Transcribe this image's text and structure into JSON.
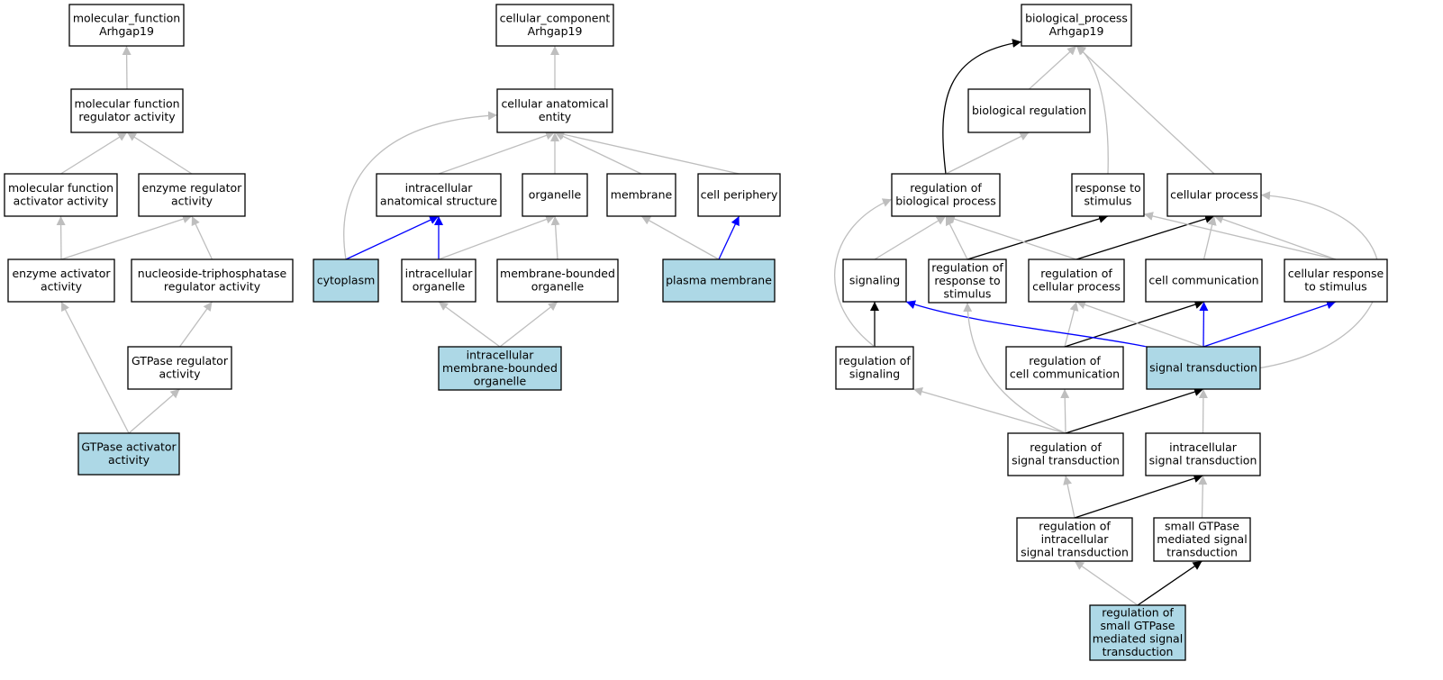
{
  "diagram": {
    "colors": {
      "node_fill": "#ffffff",
      "highlight_fill": "#add8e6",
      "gray_edge": "#bebebe",
      "black_edge": "#000000",
      "blue_edge": "#0000ff"
    },
    "nodes": [
      {
        "id": "mf_root",
        "lines": [
          "molecular_function",
          "Arhgap19"
        ],
        "highlight": false
      },
      {
        "id": "mf_reg",
        "lines": [
          "molecular function",
          "regulator activity"
        ],
        "highlight": false
      },
      {
        "id": "mf_act",
        "lines": [
          "molecular function",
          "activator activity"
        ],
        "highlight": false
      },
      {
        "id": "enz_reg",
        "lines": [
          "enzyme regulator",
          "activity"
        ],
        "highlight": false
      },
      {
        "id": "enz_act",
        "lines": [
          "enzyme activator",
          "activity"
        ],
        "highlight": false
      },
      {
        "id": "ntp_reg",
        "lines": [
          "nucleoside-triphosphatase",
          "regulator activity"
        ],
        "highlight": false
      },
      {
        "id": "gtp_reg",
        "lines": [
          "GTPase regulator",
          "activity"
        ],
        "highlight": false
      },
      {
        "id": "gtp_act",
        "lines": [
          "GTPase activator",
          "activity"
        ],
        "highlight": true
      },
      {
        "id": "cc_root",
        "lines": [
          "cellular_component",
          "Arhgap19"
        ],
        "highlight": false
      },
      {
        "id": "cae",
        "lines": [
          "cellular anatomical",
          "entity"
        ],
        "highlight": false
      },
      {
        "id": "ias",
        "lines": [
          "intracellular",
          "anatomical structure"
        ],
        "highlight": false
      },
      {
        "id": "organelle",
        "lines": [
          "organelle"
        ],
        "highlight": false
      },
      {
        "id": "membrane",
        "lines": [
          "membrane"
        ],
        "highlight": false
      },
      {
        "id": "cell_periph",
        "lines": [
          "cell periphery"
        ],
        "highlight": false
      },
      {
        "id": "cytoplasm",
        "lines": [
          "cytoplasm"
        ],
        "highlight": true
      },
      {
        "id": "ic_org",
        "lines": [
          "intracellular",
          "organelle"
        ],
        "highlight": false
      },
      {
        "id": "mb_org",
        "lines": [
          "membrane-bounded",
          "organelle"
        ],
        "highlight": false
      },
      {
        "id": "plasma",
        "lines": [
          "plasma membrane"
        ],
        "highlight": true
      },
      {
        "id": "ic_mb_org",
        "lines": [
          "intracellular",
          "membrane-bounded",
          "organelle"
        ],
        "highlight": true
      },
      {
        "id": "bp_root",
        "lines": [
          "biological_process",
          "Arhgap19"
        ],
        "highlight": false
      },
      {
        "id": "bio_reg",
        "lines": [
          "biological regulation"
        ],
        "highlight": false
      },
      {
        "id": "reg_bp",
        "lines": [
          "regulation of",
          "biological process"
        ],
        "highlight": false
      },
      {
        "id": "resp_stim",
        "lines": [
          "response to",
          "stimulus"
        ],
        "highlight": false
      },
      {
        "id": "cell_proc",
        "lines": [
          "cellular process"
        ],
        "highlight": false
      },
      {
        "id": "signaling",
        "lines": [
          "signaling"
        ],
        "highlight": false
      },
      {
        "id": "reg_resp",
        "lines": [
          "regulation of",
          "response to",
          "stimulus"
        ],
        "highlight": false
      },
      {
        "id": "reg_cp",
        "lines": [
          "regulation of",
          "cellular process"
        ],
        "highlight": false
      },
      {
        "id": "cell_comm",
        "lines": [
          "cell communication"
        ],
        "highlight": false
      },
      {
        "id": "cell_resp",
        "lines": [
          "cellular response",
          "to stimulus"
        ],
        "highlight": false
      },
      {
        "id": "reg_sig",
        "lines": [
          "regulation of",
          "signaling"
        ],
        "highlight": false
      },
      {
        "id": "reg_cc",
        "lines": [
          "regulation of",
          "cell communication"
        ],
        "highlight": false
      },
      {
        "id": "sig_trans",
        "lines": [
          "signal transduction"
        ],
        "highlight": true
      },
      {
        "id": "reg_st",
        "lines": [
          "regulation of",
          "signal transduction"
        ],
        "highlight": false
      },
      {
        "id": "ic_st",
        "lines": [
          "intracellular",
          "signal transduction"
        ],
        "highlight": false
      },
      {
        "id": "reg_ic_st",
        "lines": [
          "regulation of",
          "intracellular",
          "signal transduction"
        ],
        "highlight": false
      },
      {
        "id": "small_gtp",
        "lines": [
          "small GTPase",
          "mediated signal",
          "transduction"
        ],
        "highlight": false
      },
      {
        "id": "reg_small_gtp",
        "lines": [
          "regulation of",
          "small GTPase",
          "mediated signal",
          "transduction"
        ],
        "highlight": true
      }
    ],
    "edges": [
      {
        "from": "mf_reg",
        "to": "mf_root",
        "kind": "gray"
      },
      {
        "from": "mf_act",
        "to": "mf_reg",
        "kind": "gray"
      },
      {
        "from": "enz_reg",
        "to": "mf_reg",
        "kind": "gray"
      },
      {
        "from": "enz_act",
        "to": "mf_act",
        "kind": "gray"
      },
      {
        "from": "enz_act",
        "to": "enz_reg",
        "kind": "gray"
      },
      {
        "from": "ntp_reg",
        "to": "enz_reg",
        "kind": "gray"
      },
      {
        "from": "gtp_reg",
        "to": "ntp_reg",
        "kind": "gray"
      },
      {
        "from": "gtp_act",
        "to": "enz_act",
        "kind": "gray"
      },
      {
        "from": "gtp_act",
        "to": "gtp_reg",
        "kind": "gray"
      },
      {
        "from": "cae",
        "to": "cc_root",
        "kind": "gray"
      },
      {
        "from": "ias",
        "to": "cae",
        "kind": "gray"
      },
      {
        "from": "organelle",
        "to": "cae",
        "kind": "gray"
      },
      {
        "from": "membrane",
        "to": "cae",
        "kind": "gray"
      },
      {
        "from": "cell_periph",
        "to": "cae",
        "kind": "gray"
      },
      {
        "from": "cytoplasm",
        "to": "cae",
        "kind": "gray"
      },
      {
        "from": "cytoplasm",
        "to": "ias",
        "kind": "blue"
      },
      {
        "from": "ic_org",
        "to": "ias",
        "kind": "blue"
      },
      {
        "from": "ic_org",
        "to": "organelle",
        "kind": "gray"
      },
      {
        "from": "mb_org",
        "to": "organelle",
        "kind": "gray"
      },
      {
        "from": "plasma",
        "to": "membrane",
        "kind": "gray"
      },
      {
        "from": "plasma",
        "to": "cell_periph",
        "kind": "blue"
      },
      {
        "from": "ic_mb_org",
        "to": "ic_org",
        "kind": "gray"
      },
      {
        "from": "ic_mb_org",
        "to": "mb_org",
        "kind": "gray"
      },
      {
        "from": "bio_reg",
        "to": "bp_root",
        "kind": "gray"
      },
      {
        "from": "reg_bp",
        "to": "bp_root",
        "kind": "black"
      },
      {
        "from": "reg_bp",
        "to": "bio_reg",
        "kind": "gray"
      },
      {
        "from": "resp_stim",
        "to": "bp_root",
        "kind": "gray"
      },
      {
        "from": "cell_proc",
        "to": "bp_root",
        "kind": "gray"
      },
      {
        "from": "signaling",
        "to": "reg_bp",
        "kind": "gray"
      },
      {
        "from": "reg_resp",
        "to": "reg_bp",
        "kind": "gray"
      },
      {
        "from": "reg_resp",
        "to": "resp_stim",
        "kind": "black"
      },
      {
        "from": "reg_cp",
        "to": "reg_bp",
        "kind": "gray"
      },
      {
        "from": "reg_cp",
        "to": "cell_proc",
        "kind": "black"
      },
      {
        "from": "cell_comm",
        "to": "cell_proc",
        "kind": "gray"
      },
      {
        "from": "cell_resp",
        "to": "cell_proc",
        "kind": "gray"
      },
      {
        "from": "cell_resp",
        "to": "resp_stim",
        "kind": "gray"
      },
      {
        "from": "reg_sig",
        "to": "signaling",
        "kind": "black"
      },
      {
        "from": "reg_sig",
        "to": "reg_bp",
        "kind": "gray"
      },
      {
        "from": "reg_cc",
        "to": "reg_cp",
        "kind": "gray"
      },
      {
        "from": "reg_cc",
        "to": "cell_comm",
        "kind": "black"
      },
      {
        "from": "sig_trans",
        "to": "signaling",
        "kind": "blue"
      },
      {
        "from": "sig_trans",
        "to": "reg_cp",
        "kind": "gray"
      },
      {
        "from": "sig_trans",
        "to": "cell_comm",
        "kind": "blue"
      },
      {
        "from": "sig_trans",
        "to": "cell_resp",
        "kind": "blue"
      },
      {
        "from": "sig_trans",
        "to": "cell_proc",
        "kind": "gray"
      },
      {
        "from": "reg_st",
        "to": "reg_sig",
        "kind": "gray"
      },
      {
        "from": "reg_st",
        "to": "reg_cc",
        "kind": "gray"
      },
      {
        "from": "reg_st",
        "to": "reg_resp",
        "kind": "gray"
      },
      {
        "from": "reg_st",
        "to": "sig_trans",
        "kind": "black"
      },
      {
        "from": "ic_st",
        "to": "sig_trans",
        "kind": "gray"
      },
      {
        "from": "reg_ic_st",
        "to": "reg_st",
        "kind": "gray"
      },
      {
        "from": "reg_ic_st",
        "to": "ic_st",
        "kind": "black"
      },
      {
        "from": "small_gtp",
        "to": "ic_st",
        "kind": "gray"
      },
      {
        "from": "reg_small_gtp",
        "to": "reg_ic_st",
        "kind": "gray"
      },
      {
        "from": "reg_small_gtp",
        "to": "small_gtp",
        "kind": "black"
      }
    ]
  }
}
